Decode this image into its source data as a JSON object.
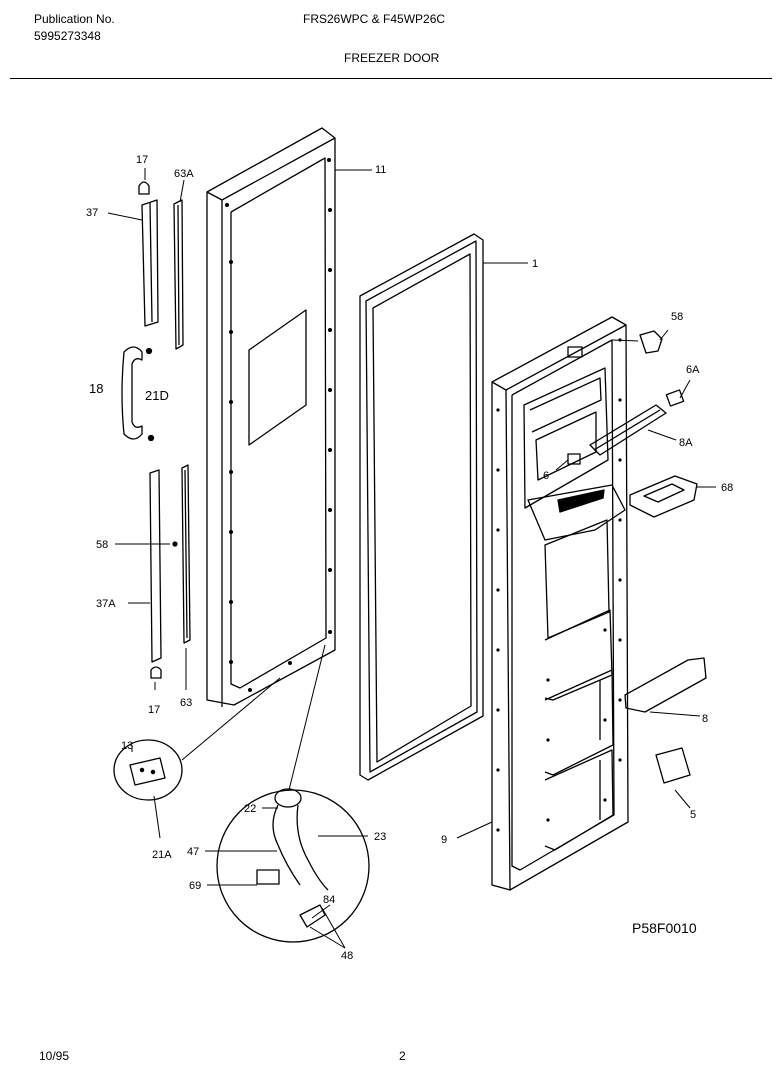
{
  "header": {
    "publication_label": "Publication No.",
    "publication_number": "5995273348",
    "models": "FRS26WPC & F45WP26C",
    "section_title": "FREEZER DOOR"
  },
  "diagram": {
    "drawing_code": "P58F0010",
    "callouts": {
      "c17_top": "17",
      "c63A": "63A",
      "c11": "11",
      "c37": "37",
      "c1": "1",
      "c58_right": "58",
      "c18": "18",
      "c21D": "21D",
      "c6A": "6A",
      "c8A": "8A",
      "c6": "6",
      "c68": "68",
      "c58_left": "58",
      "c37A": "37A",
      "c17_bottom": "17",
      "c63": "63",
      "c8": "8",
      "c13": "13",
      "c5": "5",
      "c22": "22",
      "c21A": "21A",
      "c23": "23",
      "c9": "9",
      "c47": "47",
      "c69": "69",
      "c84": "84",
      "c48": "48"
    }
  },
  "footer": {
    "date": "10/95",
    "page": "2"
  }
}
